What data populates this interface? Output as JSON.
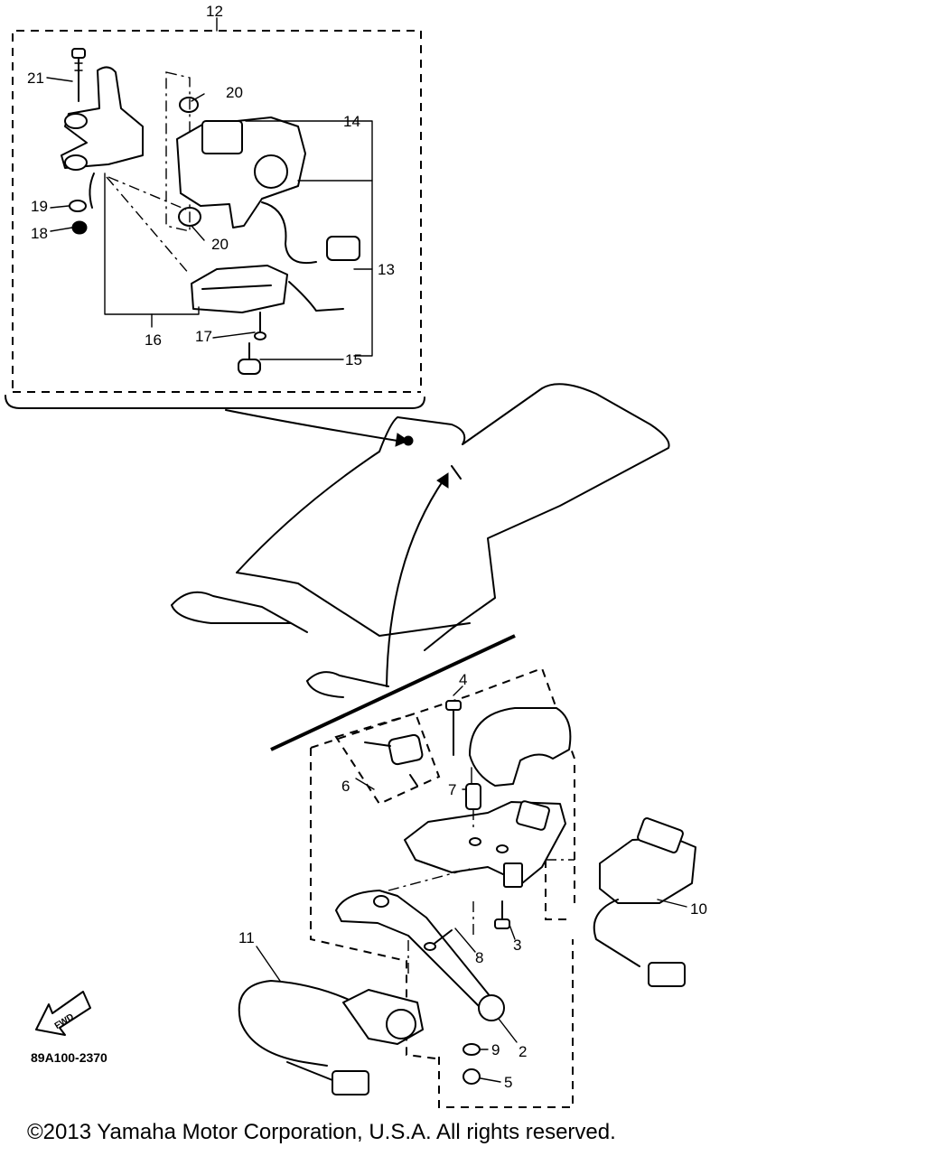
{
  "diagram": {
    "callouts": {
      "c2": "2",
      "c3": "3",
      "c4": "4",
      "c5": "5",
      "c6": "6",
      "c7": "7",
      "c8": "8",
      "c9": "9",
      "c10": "10",
      "c11": "11",
      "c12": "12",
      "c13": "13",
      "c14": "14",
      "c15": "15",
      "c16": "16",
      "c17": "17",
      "c18": "18",
      "c19": "19",
      "c20a": "20",
      "c20b": "20",
      "c21": "21"
    },
    "fwd_label": "FWD",
    "drawing_code": "89A100-2370"
  },
  "footer": {
    "copyright": "©2013 Yamaha Motor Corporation, U.S.A. All rights reserved."
  }
}
